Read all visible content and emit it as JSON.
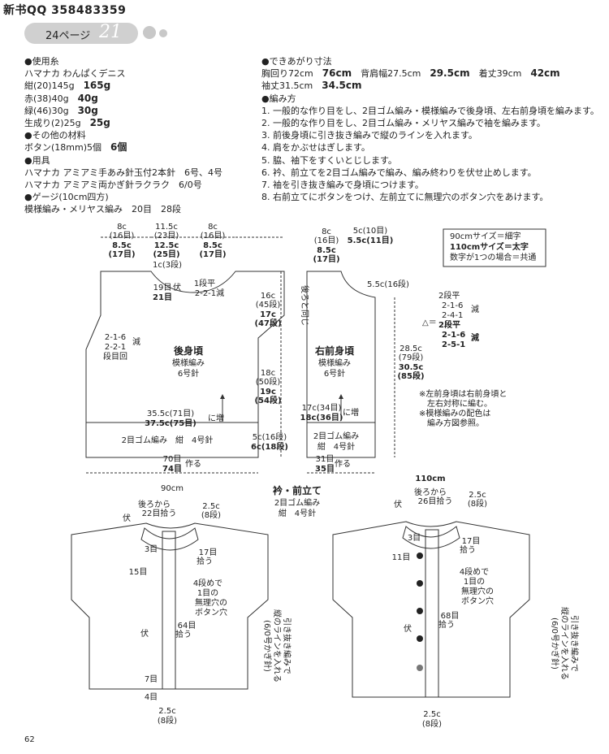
{
  "header": {
    "title": "新书QQ 358483359",
    "page_label": "24ページ",
    "page_num": "21"
  },
  "materials": {
    "yarn_h": "●使用糸",
    "yarn_brand": "ハマナカ わんぱくデニス",
    "colors": [
      {
        "name": "紺(20)145g",
        "bold": "165g"
      },
      {
        "name": "赤(38)40g",
        "bold": "40g"
      },
      {
        "name": "緑(46)30g",
        "bold": "30g"
      },
      {
        "name": "生成り(2)25g",
        "bold": "25g"
      }
    ],
    "other_h": "●その他の材料",
    "button": "ボタン(18mm)5個",
    "button_bold": "6個",
    "tools_h": "●用具",
    "tool1": "ハマナカ アミアミ手あみ針玉付2本針　6号、4号",
    "tool2": "ハマナカ アミアミ両かぎ針ラクラク　6/0号",
    "gauge_h": "●ゲージ(10cm四方)",
    "gauge": "模様編み・メリヤス編み　20目　28段"
  },
  "sizes": {
    "h": "●できあがり寸法",
    "line1_a": "胸回り72cm",
    "line1_a_b": "76cm",
    "line1_b": "背肩幅27.5cm",
    "line1_b_b": "29.5cm",
    "line1_c": "着丈39cm",
    "line1_c_b": "42cm",
    "line2_a": "袖丈31.5cm",
    "line2_a_b": "34.5cm"
  },
  "method": {
    "h": "●編み方",
    "steps": [
      "1. 一般的な作り目をし、2目ゴム編み・模様編みで後身頃、左右前身頃を編みます。",
      "2. 一般的な作り目をし、2目ゴム編み・メリヤス編みで袖を編みます。",
      "3. 前後身頃に引き抜き編みで縦のラインを入れます。",
      "4. 肩をかぶせはぎします。",
      "5. 脇、袖下をすくいとじします。",
      "6. 衿、前立てを2目ゴム編みで編み、編み終わりを伏せ止めします。",
      "7. 袖を引き抜き編みで身頃につけます。",
      "8. 右前立てにボタンをつけ、左前立てに無理穴のボタン穴をあけます。"
    ]
  },
  "legend": {
    "l1": "90cmサイズ＝細字",
    "l2": "110cmサイズ＝太字",
    "l3": "数字が1つの場合＝共通"
  },
  "back": {
    "title": "後身頃",
    "pattern": "模様編み",
    "needle": "6号針",
    "top_l": [
      "8c",
      "(16目)",
      "8.5c",
      "(17目)"
    ],
    "top_m": [
      "11.5c",
      "(23目)",
      "12.5c",
      "(25目)"
    ],
    "top_r": [
      "8c",
      "(16目)",
      "8.5c",
      "(17目)"
    ],
    "neck": "1c(3段)",
    "neck_off1": "19目",
    "neck_off_fu": "伏",
    "neck_off2": "21目",
    "neck_dec1": "1段平",
    "neck_dec2": "2-2-1減",
    "arm1": "2-1-6",
    "arm2": "2-2-1",
    "arm_gen": "減",
    "arm3": "段目回",
    "inc1": "35.5c(71目)",
    "inc2": "37.5c(75目)",
    "inc_t": "に増",
    "rib": "2目ゴム編み　紺　4号針",
    "cast1": "70目",
    "cast2": "74目",
    "cast_t": "作る"
  },
  "front": {
    "title": "右前身頃",
    "pattern": "模様編み",
    "needle": "6号針",
    "top_a": [
      "8c",
      "(16目)",
      "8.5c",
      "(17目)"
    ],
    "top_b": [
      "5c(10目)",
      "5.5c(11目)"
    ],
    "neck_h": "5.5c(16段)",
    "same": "後ろと同じ",
    "h_upper": [
      "16c",
      "(45段)",
      "17c",
      "(47段)"
    ],
    "h_mid": [
      "18c",
      "(50段)",
      "19c",
      "(54段)"
    ],
    "h_rib": [
      "5c(16段)",
      "6c(18段)"
    ],
    "h_total": [
      "28.5c",
      "(79段)",
      "30.5c",
      "(85段)"
    ],
    "inc1": "17c(34目)",
    "inc2": "18c(36目)",
    "inc_t": "に増",
    "rib1": "2目ゴム編み",
    "rib2": "紺　4号針",
    "cast1": "31目",
    "cast2": "35目",
    "cast_t": "作る"
  },
  "neck_dec": {
    "pre": "△＝",
    "a": [
      "2段平",
      "2-1-6",
      "2-4-1"
    ],
    "a_gen": "減",
    "b": [
      "2段平",
      "2-1-6",
      "2-5-1"
    ],
    "b_gen": "減"
  },
  "notes": [
    "※左前身頃は右前身頃と",
    "左右対称に編む。",
    "※模様編みの配色は",
    "編み方図参照。"
  ],
  "collar": {
    "title": "衿・前立て",
    "sub1": "2目ゴム編み",
    "sub2": "紺　4号針"
  },
  "left_diag": {
    "size": "90cm",
    "from1": "後ろから",
    "from2": "22目拾う",
    "fu": "伏",
    "w1": "2.5c",
    "w2": "(8段)",
    "s3": "3目",
    "s17a": "17目",
    "s17b": "拾う",
    "s15": "15目",
    "bh1": "4段めで",
    "bh2": "1目の",
    "bh3": "無理穴の",
    "bh4": "ボタン穴",
    "s64a": "64目",
    "s64b": "拾う",
    "fu2": "伏",
    "s7": "7目",
    "s4": "4目",
    "bw1": "2.5c",
    "bw2": "(8段)",
    "pull": [
      "引き抜き編みで",
      "縦のラインを入れる",
      "(6/0号かぎ針)"
    ]
  },
  "right_diag": {
    "size": "110cm",
    "from1": "後ろから",
    "from2": "26目拾う",
    "fu": "伏",
    "w1": "2.5c",
    "w2": "(8段)",
    "s3": "3目",
    "s17a": "17目",
    "s17b": "拾う",
    "s11": "11目",
    "bh1": "4段めで",
    "bh2": "1目の",
    "bh3": "無理穴の",
    "bh4": "ボタン穴",
    "s68a": "68目",
    "s68b": "拾う",
    "fu2": "伏",
    "bw1": "2.5c",
    "bw2": "(8段)",
    "pull": [
      "引き抜き編みで",
      "縦のラインを入れる",
      "(6/0号かぎ針)"
    ]
  },
  "footer": {
    "page": "62"
  }
}
